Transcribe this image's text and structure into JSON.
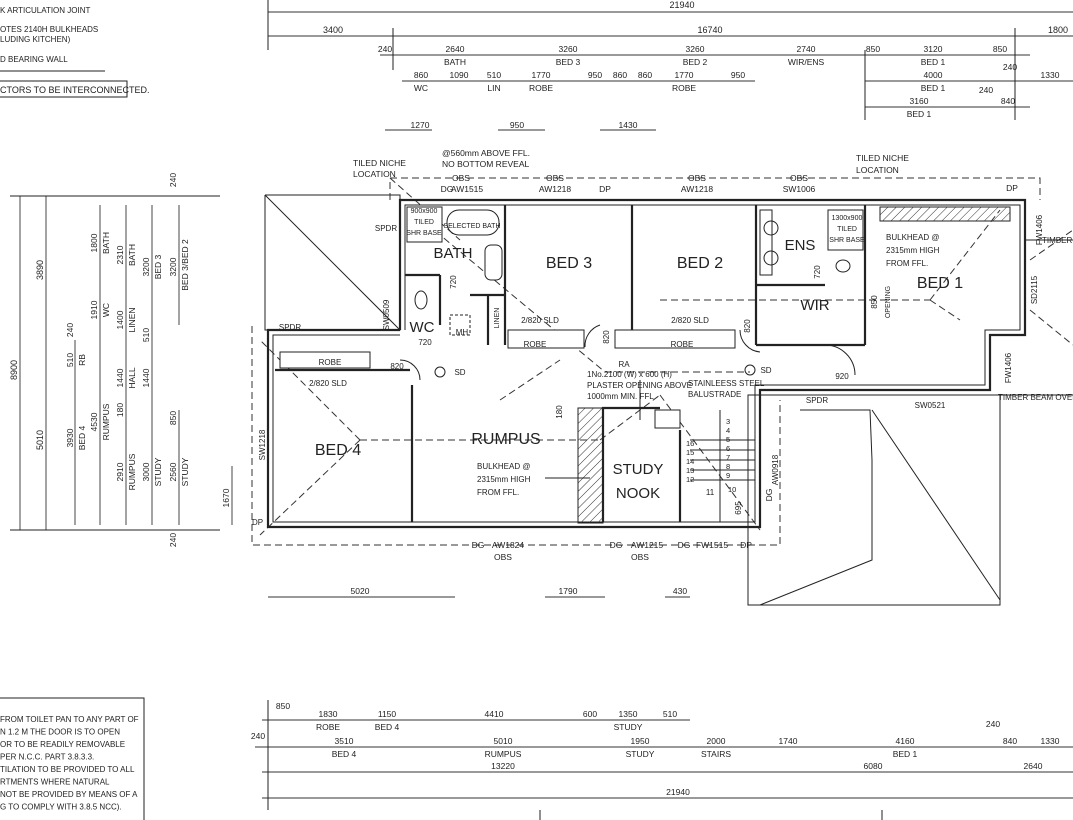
{
  "notes": {
    "legend": [
      "K ARTICULATION JOINT",
      "OTES 2140H BULKHEADS",
      "LUDING KITCHEN)",
      "D BEARING WALL"
    ],
    "smoke": "CTORS TO BE INTERCONNECTED.",
    "toilet": [
      "FROM TOILET PAN TO ANY PART OF",
      "N 1.2 M THE DOOR IS TO OPEN",
      "OR TO BE READILY REMOVABLE",
      "PER N.C.C. PART 3.8.3.3.",
      "TILATION TO BE PROVIDED TO ALL",
      "RTMENTS WHERE NATURAL",
      "NOT BE PROVIDED BY MEANS OF A",
      "G TO COMPLY WITH 3.8.5 NCC)."
    ]
  },
  "top_dims": {
    "overall": "21940",
    "a": "3400",
    "b": "16740",
    "c": "1800",
    "r1": [
      "240",
      "2640",
      "BATH",
      "3260",
      "BED 3",
      "3260",
      "BED 2",
      "2740",
      "WIR/ENS",
      "850",
      "3120",
      "BED 1",
      "850",
      "240"
    ],
    "r2": [
      "860",
      "WC",
      "1090",
      "510",
      "LIN",
      "1770",
      "ROBE",
      "950",
      "860",
      "860",
      "1770",
      "ROBE",
      "950",
      "4000",
      "BED 1",
      "1330"
    ],
    "r3": [
      "3160",
      "BED 1",
      "240",
      "840"
    ],
    "r4": [
      "1270",
      "950",
      "1430"
    ]
  },
  "left_dims": {
    "overall": "8900",
    "a": "3890",
    "b": "5010",
    "items": [
      "1800",
      "BATH",
      "2310",
      "BATH",
      "3200",
      "BED 3",
      "3200",
      "BED 3/BED 2",
      "1910",
      "WC",
      "1400",
      "LINEN",
      "240",
      "510",
      "RB",
      "1440",
      "HALL",
      "1440",
      "510",
      "180",
      "3930",
      "BED 4",
      "4530",
      "RUMPUS",
      "2910",
      "RUMPUS",
      "3000",
      "STUDY",
      "2560",
      "STUDY",
      "850",
      "240",
      "240",
      "1670"
    ]
  },
  "bottom_dims": {
    "r1": [
      "850",
      "1830",
      "ROBE",
      "1150",
      "BED 4",
      "4410",
      "600",
      "1350",
      "STUDY",
      "510"
    ],
    "r2": [
      "240",
      "3510",
      "BED 4",
      "5010",
      "RUMPUS",
      "1950",
      "STUDY",
      "2000",
      "STAIRS",
      "1740",
      "4160",
      "BED 1",
      "240",
      "840",
      "1330"
    ],
    "r3": [
      "13220",
      "6080",
      "2640"
    ],
    "overall": "21940",
    "under_plan": [
      "5020",
      "1790",
      "430"
    ]
  },
  "rooms": {
    "bath": "BATH",
    "bed3": "BED 3",
    "bed2": "BED 2",
    "ens": "ENS",
    "bed1": "BED 1",
    "wir": "WIR",
    "wc": "WC",
    "bed4": "BED 4",
    "rumpus": "RUMPUS",
    "study": "STUDY",
    "nook": "NOOK"
  },
  "annotations": {
    "niche_note": [
      "@560mm ABOVE FFL.",
      "NO BOTTOM REVEAL"
    ],
    "niche1": [
      "TILED NICHE",
      "LOCATION"
    ],
    "niche2": [
      "TILED NICHE",
      "LOCATION"
    ],
    "windows_top": [
      "OBS",
      "AW1515",
      "OBS",
      "AW1218",
      "DP",
      "OBS",
      "AW1218",
      "OBS",
      "SW1006",
      "DP"
    ],
    "dg": "DG",
    "shr1": [
      "900x900",
      "TILED",
      "SHR BASE"
    ],
    "bath_fixture": "SELECTED BATH",
    "shr2": [
      "1300x900",
      "TILED",
      "SHR BASE"
    ],
    "misc": [
      "SPDR",
      "SW0509",
      "SPDR",
      "2/820 SLD",
      "ROBE",
      "2/820 SLD",
      "ROBE",
      "ROBE",
      "2/820 SLD",
      "820",
      "SD",
      "720",
      "720",
      "MH",
      "LINEN",
      "820",
      "820",
      "720",
      "RA",
      "SD",
      "920",
      "SPDR",
      "SW0521",
      "TIMBER BEAM OVER",
      "TIMBER",
      "FW1406",
      "SD2115",
      "FW1406",
      "850",
      "OPENING",
      "SW1218",
      "DP",
      "180",
      "11",
      "AW0918",
      "695",
      "AW1824",
      "OBS",
      "AW1215",
      "OBS",
      "FW1515",
      "DP"
    ],
    "plaster": [
      "1No.2100 (W) x 600 (H)",
      "PLASTER OPENING  ABOVE",
      "1000mm MIN. FFL"
    ],
    "balustrade": [
      "STAINLEESS STEEL",
      "BALUSTRADE"
    ],
    "bulkhead1": [
      "BULKHEAD @",
      "2315mm HIGH",
      "FROM FFL."
    ],
    "bulkhead2": [
      "BULKHEAD @",
      "2315mm HIGH",
      "FROM FFL."
    ],
    "stairs": [
      "16",
      "15",
      "14",
      "13",
      "12",
      "3",
      "4",
      "5",
      "6",
      "7",
      "8",
      "9",
      "10"
    ]
  }
}
